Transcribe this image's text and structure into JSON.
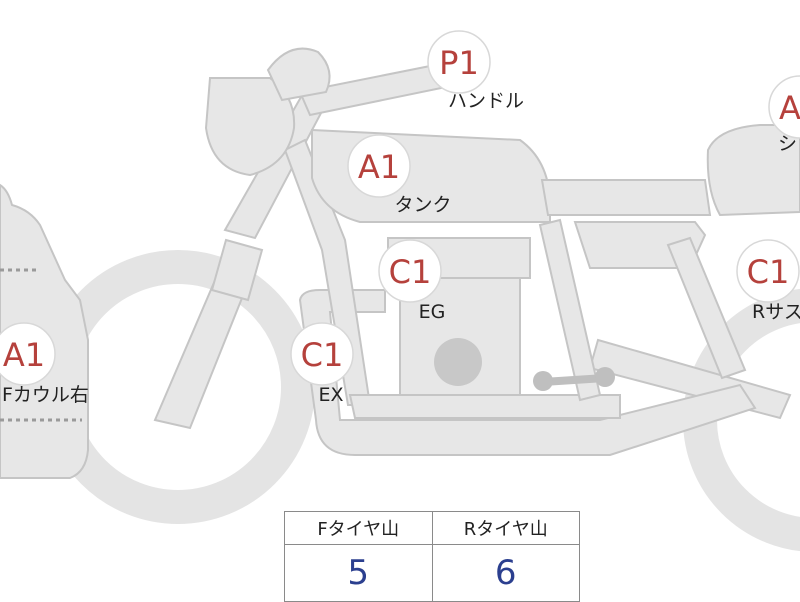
{
  "colors": {
    "grade": "#b5413c",
    "body_fill": "#e7e7e7",
    "body_stroke": "#c5c5c5",
    "value_text": "#2b3f8f"
  },
  "markers": [
    {
      "id": "handle",
      "grade": "P1",
      "label": "ハンドル"
    },
    {
      "id": "tank",
      "grade": "A1",
      "label": "タンク"
    },
    {
      "id": "seat",
      "grade": "A",
      "label": "シ"
    },
    {
      "id": "engine",
      "grade": "C1",
      "label": "EG"
    },
    {
      "id": "rear-suspension",
      "grade": "C1",
      "label": "Rサス"
    },
    {
      "id": "front-cowl-right",
      "grade": "A1",
      "label": "Fカウル右"
    },
    {
      "id": "exhaust",
      "grade": "C1",
      "label": "EX"
    }
  ],
  "tire_table": {
    "front_header": "Fタイヤ山",
    "rear_header": "Rタイヤ山",
    "front_value": "5",
    "rear_value": "6"
  }
}
